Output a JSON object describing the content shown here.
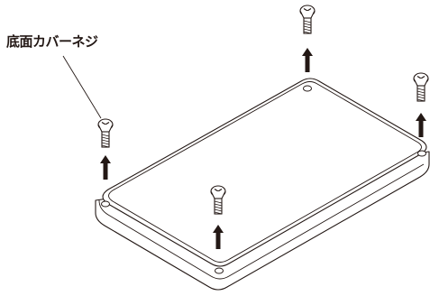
{
  "callout": {
    "label": "底面カバーネジ"
  },
  "colors": {
    "line": "#231815",
    "screw_fill": "#ffffff",
    "arrow_fill": "#231815"
  },
  "parts": {
    "plate": "bottom-cover-plate",
    "screw_count": 4,
    "arrow_direction": "up"
  }
}
